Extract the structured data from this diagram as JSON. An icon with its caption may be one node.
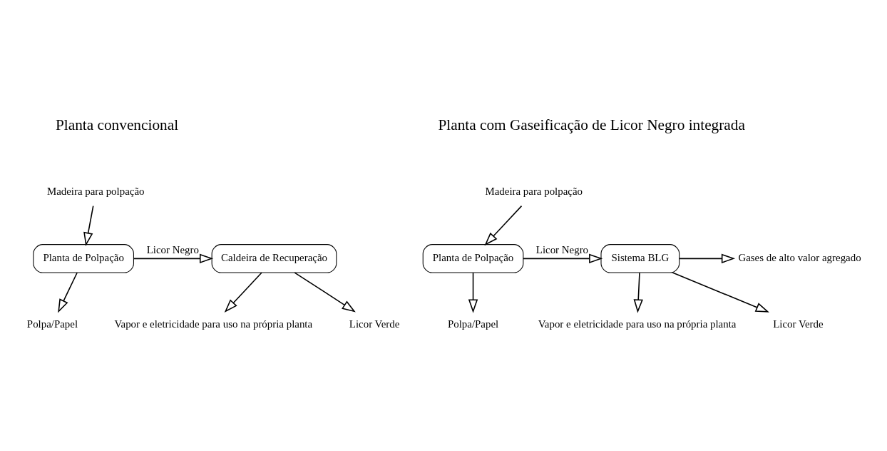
{
  "diagram": {
    "nodes": [
      {
        "text": [
          "Madeira para polpação"
        ]
      },
      {
        "text": [
          "Planta de Polpação"
        ]
      },
      {
        "text": [
          "Caldeira de Recuperação"
        ]
      },
      {
        "text": [
          "Polpa/Papel"
        ]
      },
      {
        "text": [
          "Licor Verde"
        ]
      },
      {
        "text": [
          "Vapor e eletricidade para uso na própria planta"
        ]
      },
      {
        "text": [
          "Madeira para polpação"
        ]
      },
      {
        "text": [
          "Planta de Polpação"
        ]
      },
      {
        "text": [
          "Sistema BLG"
        ]
      },
      {
        "text": [
          "Polpa/Papel"
        ]
      },
      {
        "text": [
          "Licor Verde"
        ]
      },
      {
        "text": [
          "Vapor e eletricidade para uso na própria planta"
        ]
      },
      {
        "text": [
          "Gases de alto valor agregado"
        ]
      }
    ],
    "edges": [
      {
        "from": 0,
        "to": 1,
        "arrow": "to"
      },
      {
        "from": 1,
        "to": 2,
        "arrow": "to",
        "label": "Licor Negro"
      },
      {
        "from": 1,
        "to": 3,
        "arrow": "to"
      },
      {
        "from": 2,
        "to": 4,
        "arrow": "to"
      },
      {
        "from": 2,
        "to": 5,
        "arrow": "to"
      },
      {
        "from": 6,
        "to": 7,
        "arrow": "to"
      },
      {
        "from": 7,
        "to": 8,
        "arrow": "to",
        "label": "Licor Negro"
      },
      {
        "from": 7,
        "to": 9,
        "arrow": "to"
      },
      {
        "from": 8,
        "to": 10,
        "arrow": "to"
      },
      {
        "from": 8,
        "to": 11,
        "arrow": "to"
      },
      {
        "from": 8,
        "to": 12,
        "arrow": "to"
      }
    ],
    "labels": [
      "Planta convencional",
      "Planta com Gaseificação de Licor Negro integrada"
    ]
  }
}
